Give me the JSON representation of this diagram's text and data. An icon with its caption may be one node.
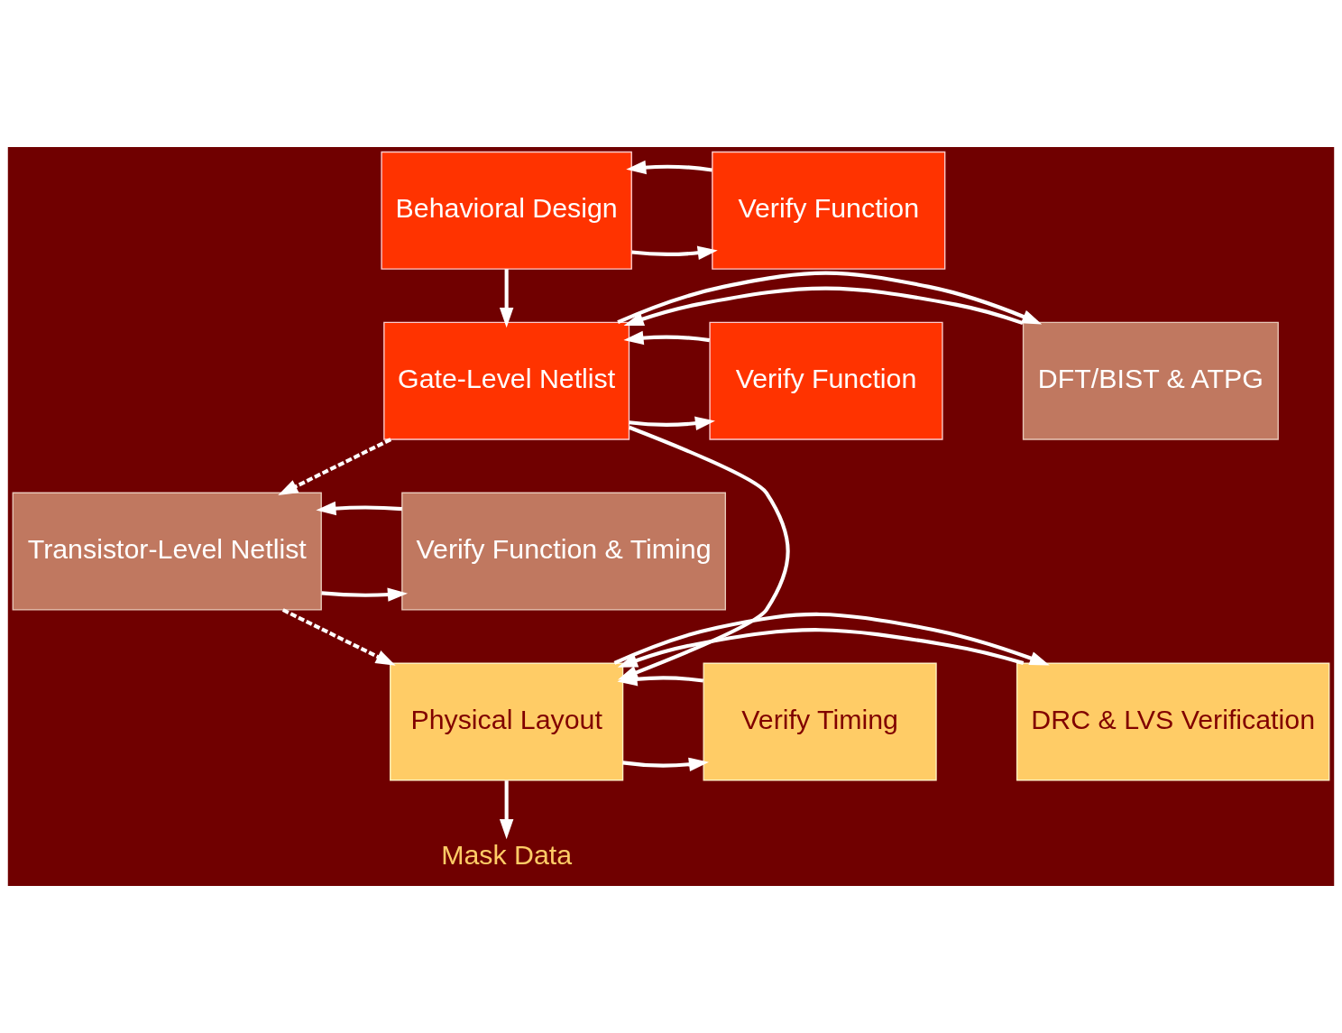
{
  "diagram": {
    "nodes": [
      {
        "text": [
          "Behavioral Design"
        ]
      },
      {
        "text": [
          "Verify Function"
        ]
      },
      {
        "text": [
          "DFT/BIST & ATPG"
        ]
      },
      {
        "text": [
          "Gate-Level Netlist"
        ]
      },
      {
        "text": [
          "Verify Function"
        ]
      },
      {
        "text": [
          "Transistor-Level Netlist"
        ]
      },
      {
        "text": [
          "Verify Function & Timing"
        ]
      },
      {
        "text": [
          "DRC & LVS Verification"
        ]
      },
      {
        "text": [
          "Physical Layout"
        ]
      },
      {
        "text": [
          "Verify Timing"
        ]
      },
      {
        "text": [
          "Mask Data"
        ]
      }
    ],
    "edges": [
      {
        "from": 0,
        "to": 1,
        "arrow": "to"
      },
      {
        "from": 1,
        "to": 0,
        "arrow": "to"
      },
      {
        "from": 0,
        "to": 3,
        "arrow": "to"
      },
      {
        "from": 2,
        "to": 3,
        "arrow": "to"
      },
      {
        "from": 3,
        "to": 2,
        "arrow": "to"
      },
      {
        "from": 3,
        "to": 4,
        "arrow": "to"
      },
      {
        "from": 4,
        "to": 3,
        "arrow": "to"
      },
      {
        "from": 3,
        "to": 5,
        "arrow": "to",
        "style": "dashed"
      },
      {
        "from": 5,
        "to": 6,
        "arrow": "to"
      },
      {
        "from": 6,
        "to": 5,
        "arrow": "to"
      },
      {
        "from": 3,
        "to": 8,
        "arrow": "to"
      },
      {
        "from": 5,
        "to": 8,
        "arrow": "to",
        "style": "dashed"
      },
      {
        "from": 7,
        "to": 8,
        "arrow": "to"
      },
      {
        "from": 8,
        "to": 7,
        "arrow": "to"
      },
      {
        "from": 8,
        "to": 9,
        "arrow": "to"
      },
      {
        "from": 9,
        "to": 8,
        "arrow": "to"
      },
      {
        "from": 8,
        "to": 10,
        "arrow": "to"
      }
    ]
  }
}
